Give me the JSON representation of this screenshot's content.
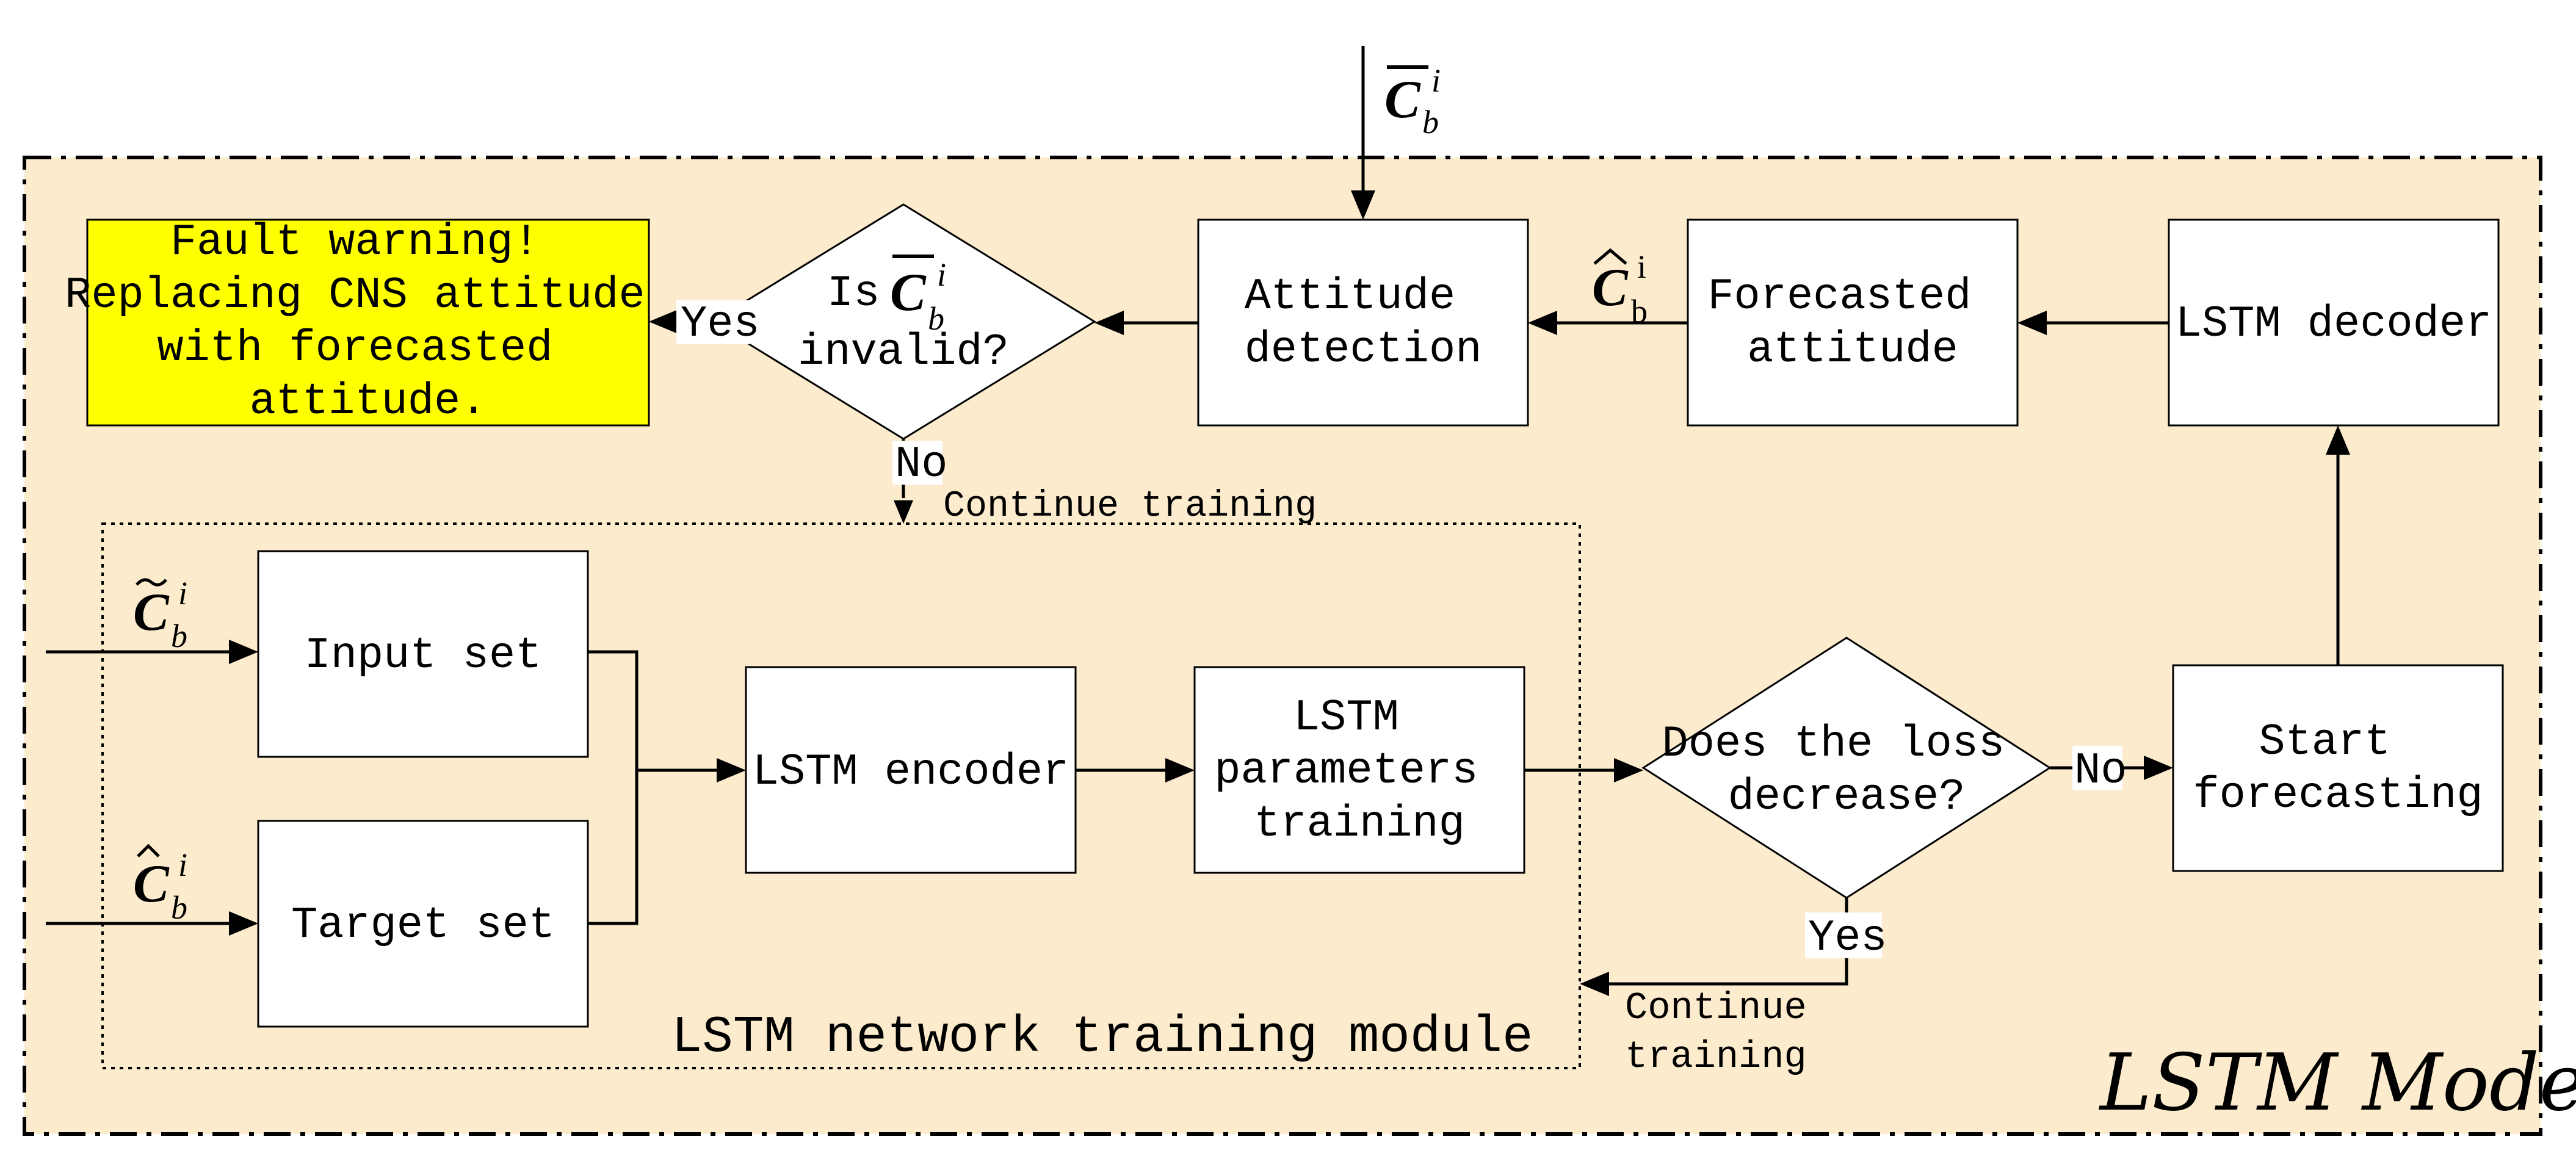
{
  "colors": {
    "model_fill": "#FCEBCC",
    "warning_fill": "#FFFF00",
    "stroke": "#000000"
  },
  "math": {
    "base": "C",
    "subscript": "b",
    "superscript_italic": "i",
    "superscript_upright": "i",
    "cb_bar_input": {
      "accent": "bar",
      "superscript_italic": true
    },
    "cb_hat_forecast": {
      "accent": "wide-hat",
      "superscript_italic": false
    },
    "cb_bar_decision": {
      "accent": "bar",
      "superscript_italic": true
    },
    "cb_tilde_input": {
      "accent": "tilde",
      "superscript_italic": true
    },
    "cb_hat_target": {
      "accent": "hat",
      "superscript_italic": true
    }
  },
  "nodes": {
    "fault_warning": {
      "lines": [
        "Fault warning!",
        "Replacing CNS attitude",
        "with forecasted",
        "attitude."
      ]
    },
    "decision_invalid": {
      "prefix": "Is",
      "line2": "invalid?"
    },
    "attitude_detection": {
      "lines": [
        "Attitude",
        "detection"
      ]
    },
    "forecasted_attitude": {
      "lines": [
        "Forecasted",
        "attitude"
      ]
    },
    "lstm_decoder": {
      "lines": [
        "LSTM decoder"
      ]
    },
    "input_set": {
      "lines": [
        "Input set"
      ]
    },
    "target_set": {
      "lines": [
        "Target set"
      ]
    },
    "lstm_encoder": {
      "lines": [
        "LSTM encoder"
      ]
    },
    "lstm_params": {
      "lines": [
        "LSTM",
        "parameters",
        "training"
      ]
    },
    "decision_loss": {
      "lines": [
        "Does the loss",
        "decrease?"
      ]
    },
    "start_forecasting": {
      "lines": [
        "Start",
        "forecasting"
      ]
    }
  },
  "edge_labels": {
    "yes_warning": "Yes",
    "no_continue": "No",
    "continue_training_top": "Continue training",
    "no_forecast": "No",
    "yes_loss": "Yes",
    "continue_training_bottom": [
      "Continue",
      "training"
    ]
  },
  "modules": {
    "training_module_title": "LSTM network training module",
    "model_title": "LSTM Model"
  }
}
